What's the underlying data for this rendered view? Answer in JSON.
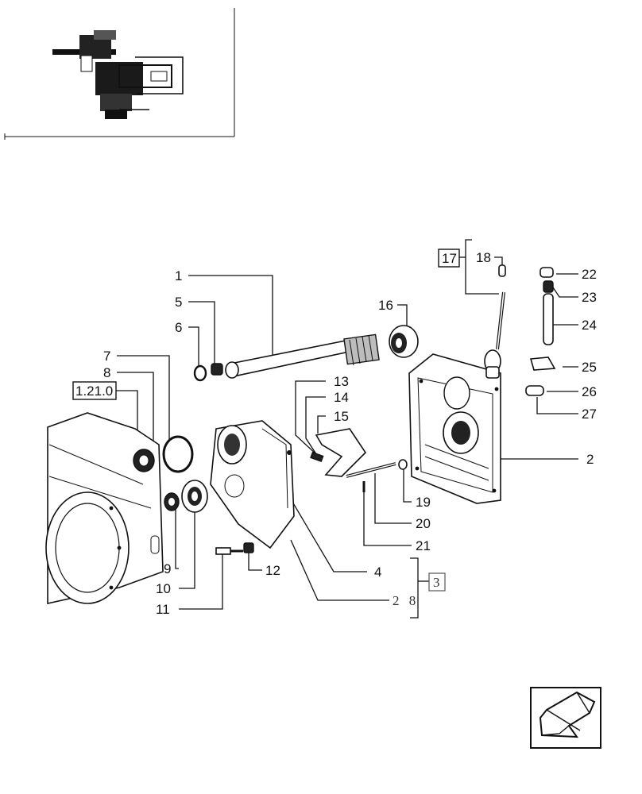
{
  "callouts": [
    {
      "num": "1"
    },
    {
      "num": "2"
    },
    {
      "num": "4"
    },
    {
      "num": "5"
    },
    {
      "num": "6"
    },
    {
      "num": "7"
    },
    {
      "num": "8"
    },
    {
      "num": "9"
    },
    {
      "num": "10"
    },
    {
      "num": "11"
    },
    {
      "num": "12"
    },
    {
      "num": "13"
    },
    {
      "num": "14"
    },
    {
      "num": "15"
    },
    {
      "num": "16"
    },
    {
      "num": "18"
    },
    {
      "num": "19"
    },
    {
      "num": "20"
    },
    {
      "num": "21"
    },
    {
      "num": "22"
    },
    {
      "num": "23"
    },
    {
      "num": "24"
    },
    {
      "num": "25"
    },
    {
      "num": "26"
    },
    {
      "num": "27"
    }
  ],
  "boxed_refs": {
    "ref_17": "17",
    "ref_121": "1.21.0",
    "ref_3": "3"
  },
  "group_label": "2 8"
}
